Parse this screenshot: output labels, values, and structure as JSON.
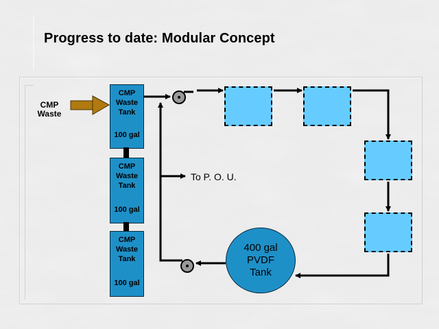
{
  "title": "Progress to date:  Modular Concept",
  "cmp_waste_label": [
    "CMP",
    "Waste"
  ],
  "tanks": [
    {
      "lines": [
        "CMP",
        "Waste",
        "Tank"
      ],
      "volume": "100 gal"
    },
    {
      "lines": [
        "CMP",
        "Waste",
        "Tank"
      ],
      "volume": "100 gal"
    },
    {
      "lines": [
        "CMP",
        "Waste",
        "Tank"
      ],
      "volume": "100 gal"
    }
  ],
  "pou_label": "To P. O. U.",
  "pvdf_tank": [
    "400 gal",
    "PVDF",
    "Tank"
  ],
  "colors": {
    "tank": "#1e90c8",
    "module": "#66ccff",
    "arrow_input": "#b07a10"
  }
}
